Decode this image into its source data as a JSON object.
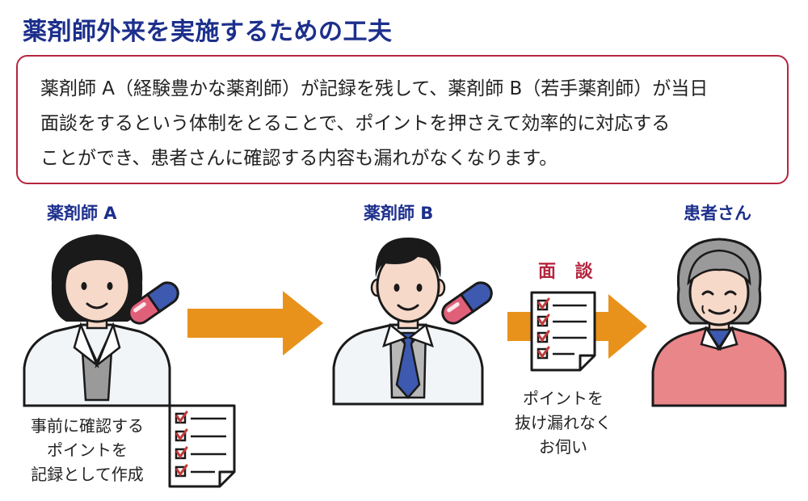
{
  "title": "薬剤師外来を実施するための工夫",
  "summary": {
    "lines": [
      "薬剤師 A（経験豊かな薬剤師）が記録を残して、薬剤師 B（若手薬剤師）が当日",
      "面談をするという体制をとることで、ポイントを押さえて効率的に対応する",
      "ことができ、患者さんに確認する内容も漏れがなくなります。"
    ]
  },
  "roles": {
    "pharmacist_a": "薬剤師 A",
    "pharmacist_b": "薬剤師 B",
    "patient": "患者さん"
  },
  "interview_label": "面 談",
  "captions": {
    "pharmacist_a": [
      "事前に確認する",
      "ポイントを",
      "記録として作成"
    ],
    "interview": [
      "ポイントを",
      "抜け漏れなく",
      "お伺い"
    ]
  },
  "colors": {
    "title": "#1c2f8c",
    "border": "#b5263f",
    "arrow": "#e8921c",
    "capsule_blue": "#3d5ab0",
    "capsule_pink": "#e0607a",
    "check_red": "#c23a3a"
  },
  "icons": [
    "capsule-icon",
    "checklist-icon",
    "arrow-right-icon"
  ]
}
